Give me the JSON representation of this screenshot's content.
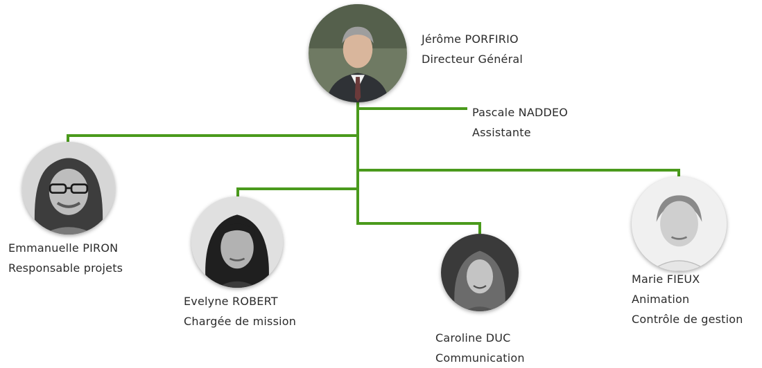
{
  "colors": {
    "connector": "#4a9a1c",
    "text": "#2b2b2b"
  },
  "ceo": {
    "name": "Jérôme PORFIRIO",
    "role": "Directeur Général",
    "photo_icon": "portrait-photo"
  },
  "assistant": {
    "name": "Pascale NADDEO",
    "role": "Assistante"
  },
  "staff": [
    {
      "name": "Emmanuelle PIRON",
      "roles": [
        "Responsable projets"
      ],
      "photo_icon": "portrait-photo"
    },
    {
      "name": "Evelyne ROBERT",
      "roles": [
        "Chargée de mission"
      ],
      "photo_icon": "portrait-photo"
    },
    {
      "name": "Caroline DUC",
      "roles": [
        "Communication"
      ],
      "photo_icon": "portrait-photo"
    },
    {
      "name": "Marie FIEUX",
      "roles": [
        "Animation",
        "Contrôle de gestion"
      ],
      "photo_icon": "portrait-photo"
    }
  ]
}
